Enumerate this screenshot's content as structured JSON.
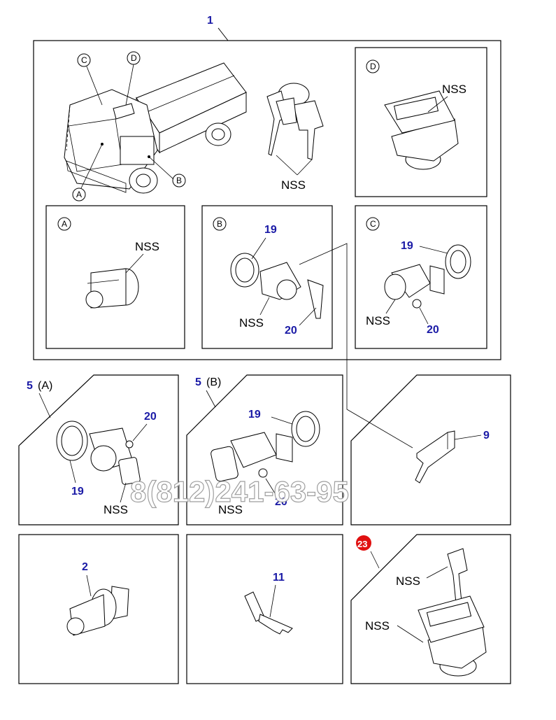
{
  "callouts": {
    "c1": "1",
    "c2": "2",
    "c5a_num": "5",
    "c5a_sub": "(A)",
    "c5b_num": "5",
    "c5b_sub": "(B)",
    "c9": "9",
    "c11": "11",
    "c19": "19",
    "c20": "20",
    "c23": "23"
  },
  "letters": {
    "a": "A",
    "b": "B",
    "c": "C",
    "d": "D"
  },
  "nss": "NSS",
  "watermark": "8(812)241-63-95",
  "colors": {
    "callout": "#1a1aa6",
    "highlight": "#e01010",
    "line": "#000000"
  }
}
